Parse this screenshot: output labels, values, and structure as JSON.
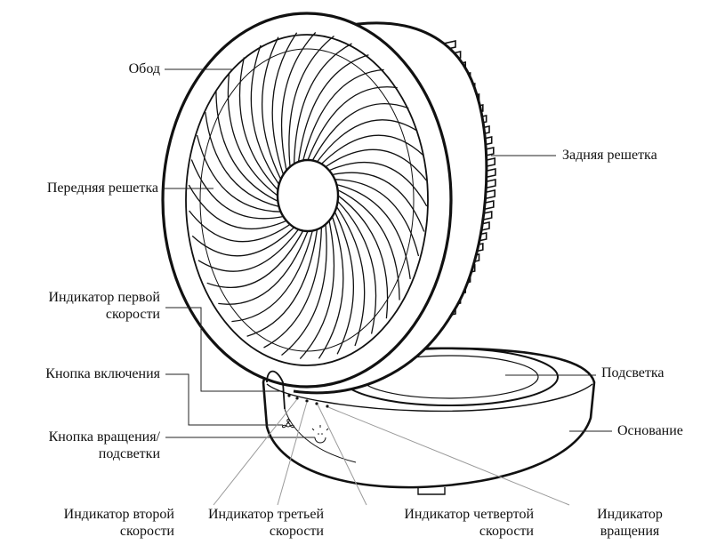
{
  "labels": {
    "rim": "Обод",
    "rear_grille": "Задняя решетка",
    "front_grille": "Передняя решетка",
    "speed1_indicator_l1": "Индикатор первой",
    "speed1_indicator_l2": "скорости",
    "power_button": "Кнопка включения",
    "rotation_button_l1": "Кнопка вращения/",
    "rotation_button_l2": "подсветки",
    "backlight": "Подсветка",
    "base": "Основание",
    "speed2_indicator_l1": "Индикатор второй",
    "speed2_indicator_l2": "скорости",
    "speed3_indicator_l1": "Индикатор третьей",
    "speed3_indicator_l2": "скорости",
    "speed4_indicator_l1": "Индикатор четвертой",
    "speed4_indicator_l2": "скорости",
    "rotation_indicator_l1": "Индикатор",
    "rotation_indicator_l2": "вращения"
  },
  "icons": [
    "fan-icon",
    "sun-icon"
  ],
  "colors": {
    "line": "#111111",
    "leader_gray": "#9a9a9a",
    "background": "#ffffff"
  }
}
